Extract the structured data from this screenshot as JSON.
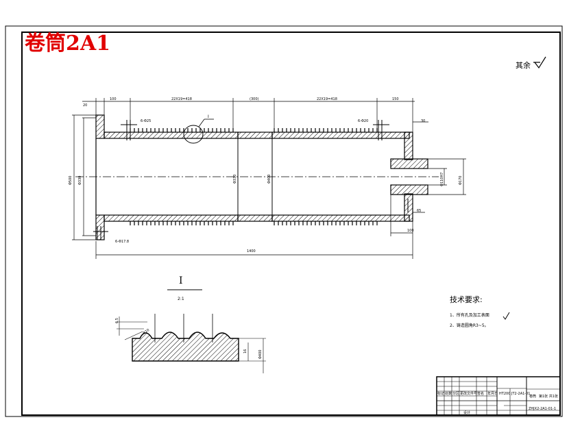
{
  "drawing_title": "卷筒2A1",
  "surface_finish_note": "其余",
  "detail": {
    "label": "I",
    "scale": "2:1",
    "leader_label": "I"
  },
  "tech_requirements": {
    "heading": "技术要求:",
    "items": [
      "1、所有孔及加工表面",
      "2、铸造圆角R3~5。"
    ]
  },
  "dimensions": {
    "top": [
      "100",
      "22X19=418",
      "(300)",
      "22X19=418",
      "150"
    ],
    "flange_thk": "20",
    "right_thk": "30",
    "holes_left": "6-Φ25",
    "holes_right": "6-Φ20",
    "holes_bottom": "6-Φ17.8",
    "dia_outer": "Φ500",
    "dia_inner": "Φ330",
    "dia_mid": "Φ330",
    "dia_groove": "Φ400",
    "dia_hub": "Φ110H7",
    "dia_hub_out": "Φ170",
    "length": "1400",
    "hub_len": "100",
    "hub_step": "65",
    "detail_top": "6.5",
    "detail_r": "R10",
    "detail_depth": "16",
    "detail_dia": "Φ400"
  },
  "title_block": {
    "material": "HT200",
    "drawing_no": "JT2-2A1-01",
    "name": "卷筒",
    "sheet": "第1张 共1张",
    "code": "ZHJX2-2A1-01-1",
    "signature": "设计",
    "labels": [
      "标记",
      "处数",
      "分区",
      "更改文件号",
      "签名",
      "年月日"
    ]
  }
}
